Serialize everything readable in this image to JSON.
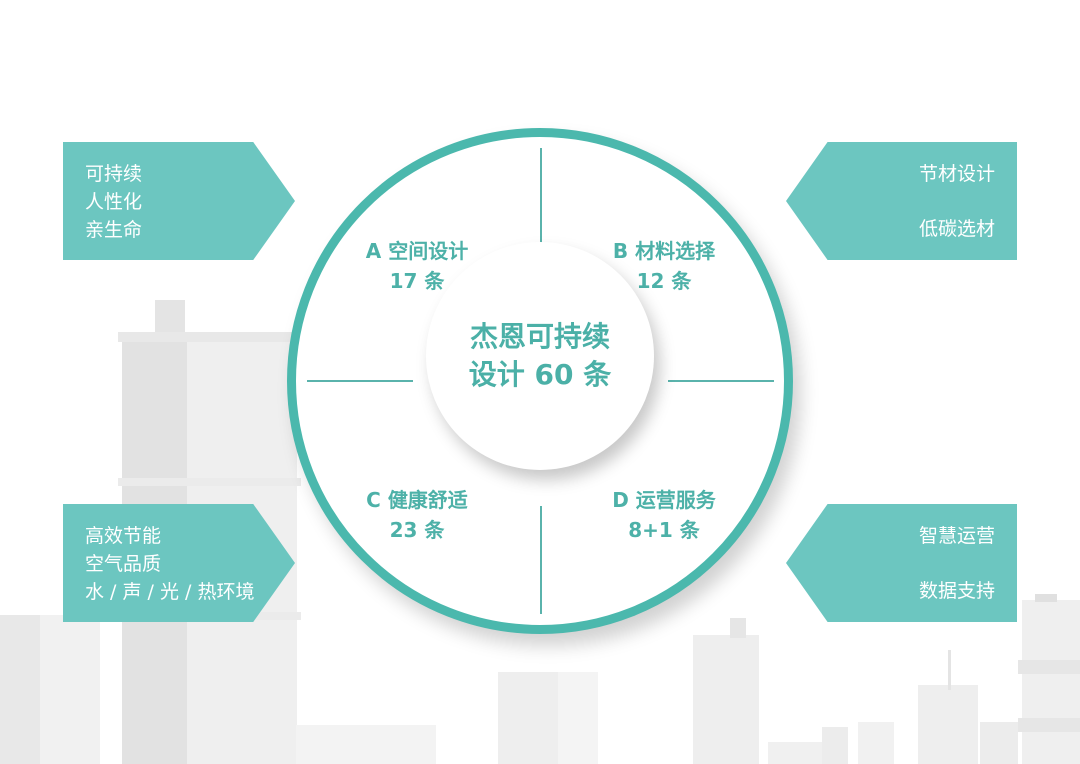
{
  "colors": {
    "ring": "#4bb8ad",
    "banner": "#6cc6c0",
    "text_teal": "#4db1a8",
    "banner_text": "#ffffff"
  },
  "center": {
    "line1": "杰恩可持续",
    "line2": "设计 60 条"
  },
  "quadrants": [
    {
      "letter_title": "A 空间设计",
      "count": "17 条"
    },
    {
      "letter_title": "B 材料选择",
      "count": "12 条"
    },
    {
      "letter_title": "C 健康舒适",
      "count": "23 条"
    },
    {
      "letter_title": "D 运营服务",
      "count": "8+1 条"
    }
  ],
  "banners": {
    "top_left": [
      "可持续",
      "人性化",
      "亲生命"
    ],
    "top_right": [
      "节材设计",
      "低碳选材"
    ],
    "bottom_left": [
      "高效节能",
      "空气品质",
      "水 / 声 / 光 / 热环境"
    ],
    "bottom_right": [
      "智慧运营",
      "数据支持"
    ]
  }
}
